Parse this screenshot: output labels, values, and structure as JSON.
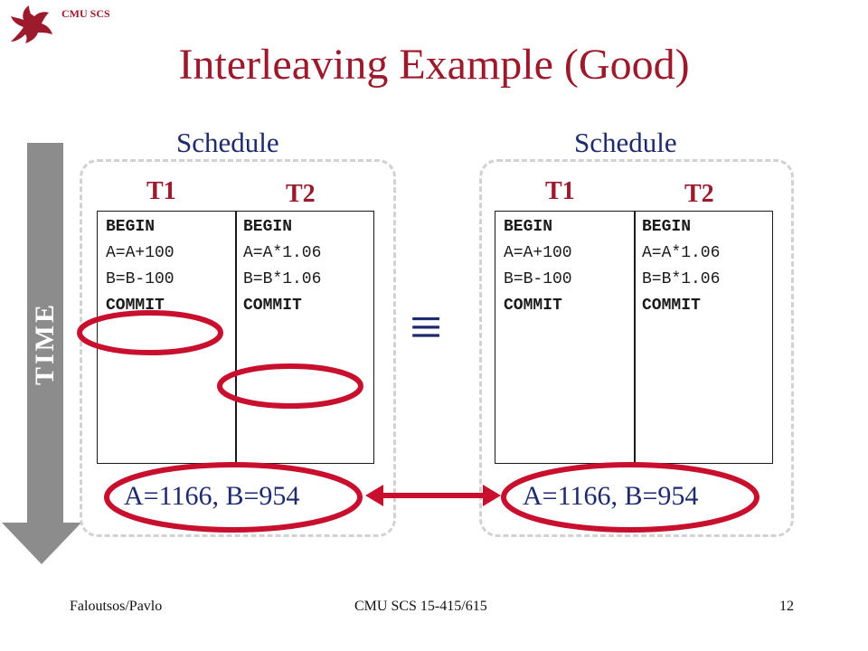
{
  "header": {
    "org": "CMU SCS",
    "title": "Interleaving Example (Good)"
  },
  "time_label": "TIME",
  "equiv_symbol": "≡",
  "left_schedule": {
    "label": "Schedule",
    "t1": "T1",
    "t2": "T2",
    "t1_ops": [
      "BEGIN",
      "A=A+100",
      "",
      "",
      "B=B-100",
      "COMMIT"
    ],
    "t2_ops": [
      "",
      "",
      "BEGIN",
      "A=A*1.06",
      "",
      "",
      "B=B*1.06",
      "COMMIT"
    ],
    "result": "A=1166, B=954"
  },
  "right_schedule": {
    "label": "Schedule",
    "t1": "T1",
    "t2": "T2",
    "t1_ops": [
      "BEGIN",
      "A=A+100",
      "B=B-100",
      "COMMIT"
    ],
    "t2_ops": [
      "",
      "",
      "",
      "",
      "BEGIN",
      "A=A*1.06",
      "B=B*1.06",
      "COMMIT"
    ],
    "result": "A=1166, B=954"
  },
  "footer": {
    "left": "Faloutsos/Pavlo",
    "center": "CMU SCS 15-415/615",
    "page": "12"
  },
  "colors": {
    "accent": "#9b1b2d",
    "navy": "#1f2a6e",
    "highlight": "#c8102e",
    "arrow": "#8c8c8c"
  },
  "icons": [
    "griffin-logo-icon",
    "time-arrow-icon",
    "double-arrow-icon"
  ]
}
